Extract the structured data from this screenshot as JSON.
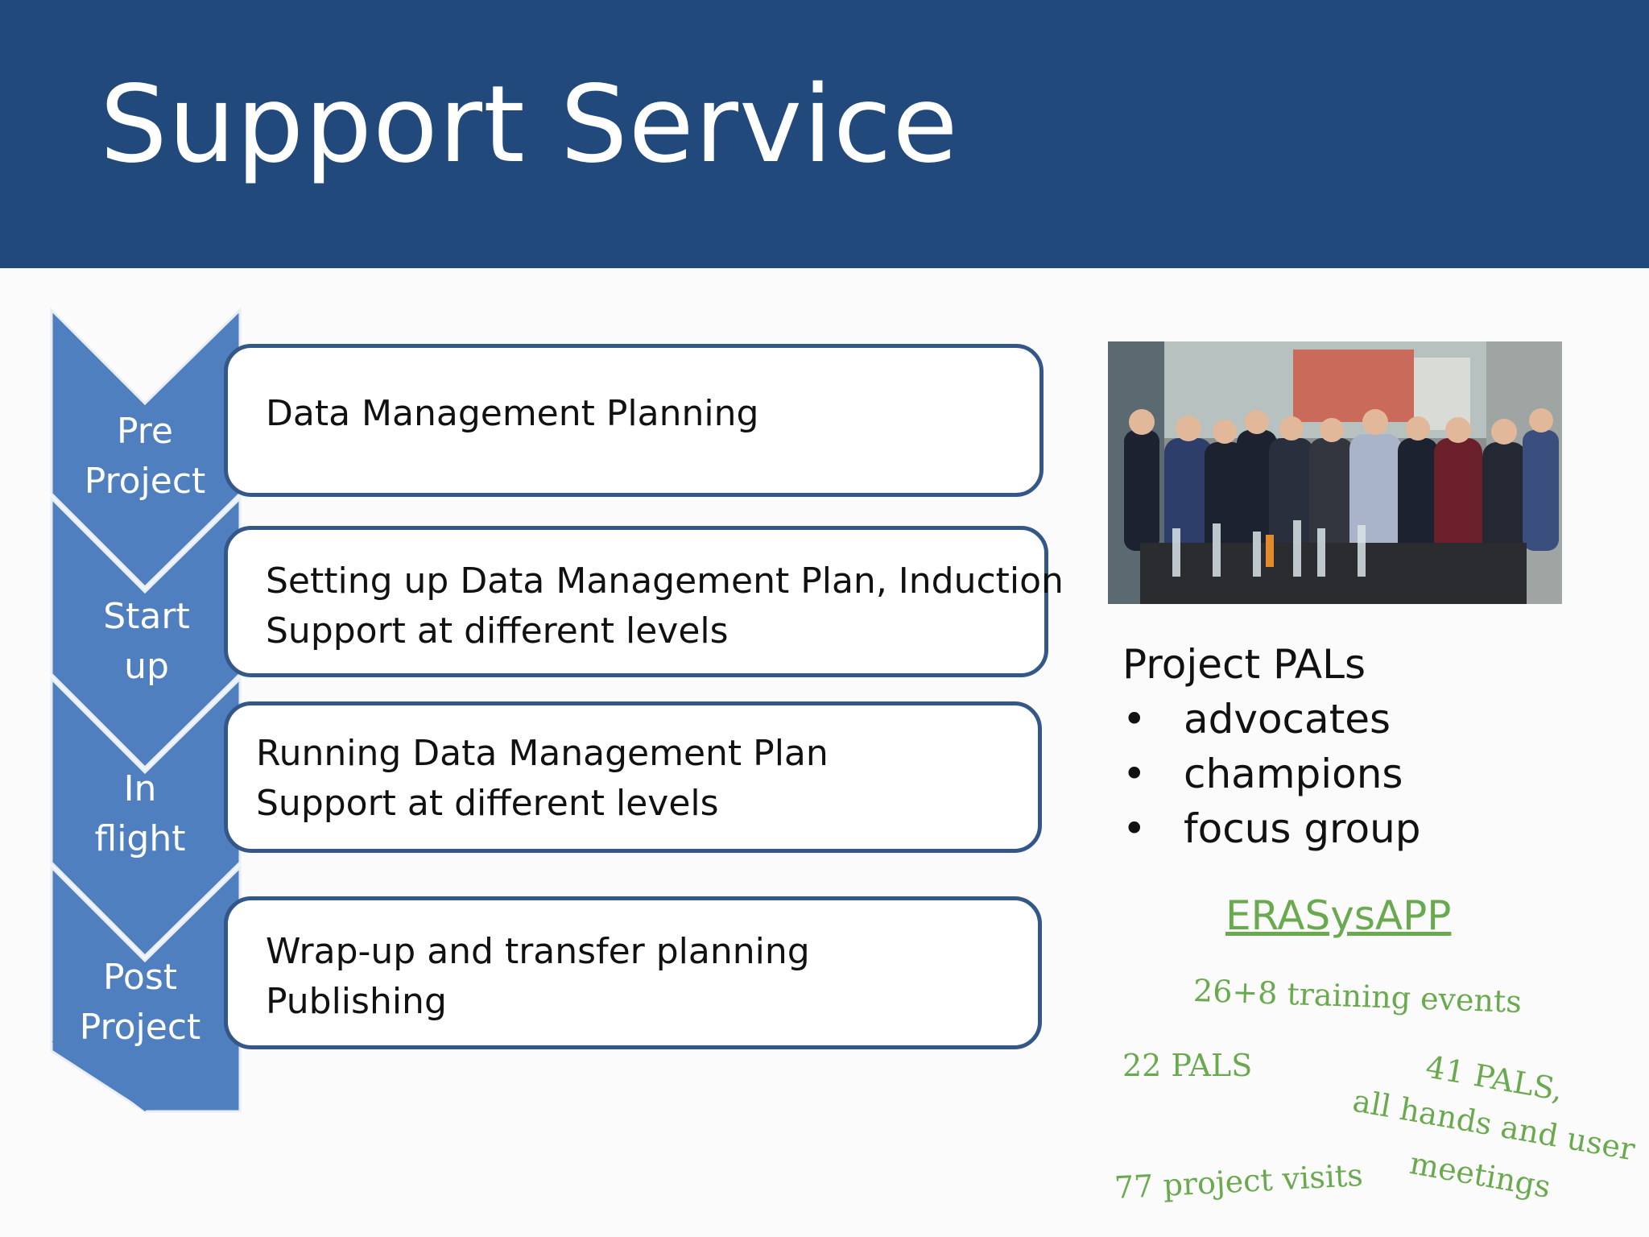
{
  "slide": {
    "title": "Support Service"
  },
  "stages": [
    {
      "line1": "Pre",
      "line2": "Project"
    },
    {
      "line1": "Start",
      "line2": "up"
    },
    {
      "line1": "In",
      "line2": "flight"
    },
    {
      "line1": "Post",
      "line2": "Project"
    }
  ],
  "boxes": [
    {
      "line1": "Data Management Planning",
      "line2": ""
    },
    {
      "line1": "Setting up Data Management Plan, Induction",
      "line2": "Support at different levels"
    },
    {
      "line1": "Running Data Management Plan",
      "line2": "Support at different levels"
    },
    {
      "line1": "Wrap-up and transfer planning",
      "line2": "Publishing"
    }
  ],
  "pals": {
    "title": "Project PALs",
    "bullet_symbol": "•",
    "items": [
      "advocates",
      "champions",
      "focus group"
    ]
  },
  "link": {
    "label": "ERASysAPP"
  },
  "stats": {
    "training": "26+8 training events",
    "pals": "22 PALS",
    "meetings_line1": "41 PALS,",
    "meetings_line2": "all hands and user",
    "meetings_line3": "meetings",
    "visits": "77 project visits"
  },
  "colors": {
    "header": "#22497c",
    "chevron_fill": "#4f7fbf",
    "box_border": "#34578a",
    "green": "#6aaa4f"
  }
}
